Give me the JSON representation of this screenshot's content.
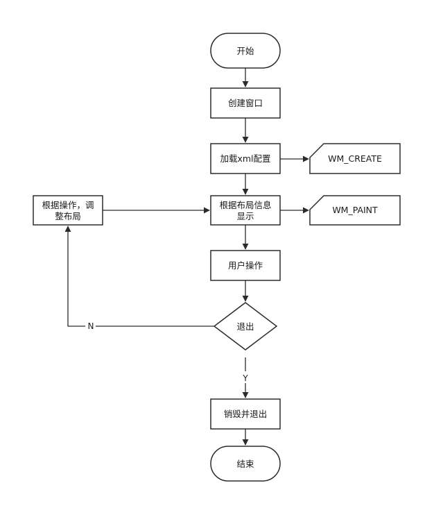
{
  "nodes": {
    "start": "开始",
    "create_window": "创建窗口",
    "load_xml": "加载xml配置",
    "wm_create": "WM_CREATE",
    "show_layout_1": "根据布局信息",
    "show_layout_2": "显示",
    "wm_paint": "WM_PAINT",
    "adjust_layout_1": "根据操作，调",
    "adjust_layout_2": "整布局",
    "user_action": "用户操作",
    "exit_decision": "退出",
    "destroy_exit": "销毁并退出",
    "end": "结束"
  },
  "edge_labels": {
    "no": "N",
    "yes": "Y"
  }
}
